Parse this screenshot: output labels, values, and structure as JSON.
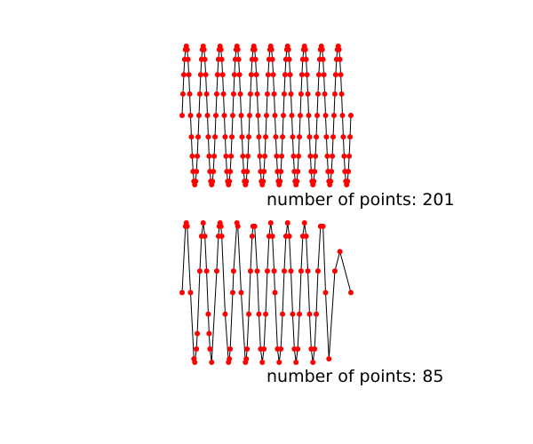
{
  "chart_data": [
    {
      "type": "line",
      "caption": "number of points: 201",
      "series": [
        {
          "x": [
            0.0,
            0.05,
            0.1,
            0.15,
            0.2,
            0.25,
            0.3,
            0.35,
            0.4,
            0.45,
            0.5,
            0.55,
            0.6,
            0.65,
            0.7,
            0.75,
            0.8,
            0.85,
            0.9,
            0.95,
            1.0,
            1.05,
            1.1,
            1.15,
            1.2,
            1.25,
            1.3,
            1.35,
            1.4,
            1.45,
            1.5,
            1.55,
            1.6,
            1.65,
            1.7,
            1.75,
            1.8,
            1.85,
            1.9,
            1.95,
            2.0,
            2.05,
            2.1,
            2.15,
            2.2,
            2.25,
            2.3,
            2.35,
            2.4,
            2.45,
            2.5,
            2.55,
            2.6,
            2.65,
            2.7,
            2.75,
            2.8,
            2.85,
            2.9,
            2.95,
            3.0,
            3.05,
            3.1,
            3.15,
            3.2,
            3.25,
            3.3,
            3.35,
            3.4,
            3.45,
            3.5,
            3.55,
            3.6,
            3.65,
            3.7,
            3.75,
            3.8,
            3.85,
            3.9,
            3.95,
            4.0,
            4.05,
            4.1,
            4.15,
            4.2,
            4.25,
            4.3,
            4.35,
            4.4,
            4.45,
            4.5,
            4.55,
            4.6,
            4.65,
            4.7,
            4.75,
            4.8,
            4.85,
            4.9,
            4.95,
            5.0,
            5.05,
            5.1,
            5.15,
            5.2,
            5.25,
            5.3,
            5.35,
            5.4,
            5.45,
            5.5,
            5.55,
            5.6,
            5.65,
            5.7,
            5.75,
            5.8,
            5.85,
            5.9,
            5.95,
            6.0,
            6.05,
            6.1,
            6.15,
            6.2,
            6.25,
            6.3,
            6.35,
            6.4,
            6.45,
            6.5,
            6.55,
            6.6,
            6.65,
            6.7,
            6.75,
            6.8,
            6.85,
            6.9,
            6.95,
            7.0,
            7.05,
            7.1,
            7.15,
            7.2,
            7.25,
            7.3,
            7.35,
            7.4,
            7.45,
            7.5,
            7.55,
            7.6,
            7.65,
            7.7,
            7.75,
            7.8,
            7.85,
            7.9,
            7.95,
            8.0,
            8.05,
            8.1,
            8.15,
            8.2,
            8.25,
            8.3,
            8.35,
            8.4,
            8.45,
            8.5,
            8.55,
            8.6,
            8.65,
            8.7,
            8.75,
            8.8,
            8.85,
            8.9,
            8.95,
            9.0,
            9.05,
            9.1,
            9.15,
            9.2,
            9.25,
            9.3,
            9.35,
            9.4,
            9.45,
            9.5,
            9.55,
            9.6,
            9.65,
            9.7,
            9.75,
            9.8,
            9.85,
            9.9,
            9.95,
            10.0
          ],
          "y": [
            0.0,
            0.309,
            0.588,
            0.809,
            0.951,
            1.0,
            0.951,
            0.809,
            0.588,
            0.309,
            0.0,
            -0.309,
            -0.588,
            -0.809,
            -0.951,
            -1.0,
            -0.951,
            -0.809,
            -0.588,
            -0.309,
            0.0,
            0.309,
            0.588,
            0.809,
            0.951,
            1.0,
            0.951,
            0.809,
            0.588,
            0.309,
            0.0,
            -0.309,
            -0.588,
            -0.809,
            -0.951,
            -1.0,
            -0.951,
            -0.809,
            -0.588,
            -0.309,
            0.0,
            0.309,
            0.588,
            0.809,
            0.951,
            1.0,
            0.951,
            0.809,
            0.588,
            0.309,
            0.0,
            -0.309,
            -0.588,
            -0.809,
            -0.951,
            -1.0,
            -0.951,
            -0.809,
            -0.588,
            -0.309,
            0.0,
            0.309,
            0.588,
            0.809,
            0.951,
            1.0,
            0.951,
            0.809,
            0.588,
            0.309,
            0.0,
            -0.309,
            -0.588,
            -0.809,
            -0.951,
            -1.0,
            -0.951,
            -0.809,
            -0.588,
            -0.309,
            0.0,
            0.309,
            0.588,
            0.809,
            0.951,
            1.0,
            0.951,
            0.809,
            0.588,
            0.309,
            0.0,
            -0.309,
            -0.588,
            -0.809,
            -0.951,
            -1.0,
            -0.951,
            -0.809,
            -0.588,
            -0.309,
            0.0,
            0.309,
            0.588,
            0.809,
            0.951,
            1.0,
            0.951,
            0.809,
            0.588,
            0.309,
            0.0,
            -0.309,
            -0.588,
            -0.809,
            -0.951,
            -1.0,
            -0.951,
            -0.809,
            -0.588,
            -0.309,
            0.0,
            0.309,
            0.588,
            0.809,
            0.951,
            1.0,
            0.951,
            0.809,
            0.588,
            0.309,
            0.0,
            -0.309,
            -0.588,
            -0.809,
            -0.951,
            -1.0,
            -0.951,
            -0.809,
            -0.588,
            -0.309,
            0.0,
            0.309,
            0.588,
            0.809,
            0.951,
            1.0,
            0.951,
            0.809,
            0.588,
            0.309,
            0.0,
            -0.309,
            -0.588,
            -0.809,
            -0.951,
            -1.0,
            -0.951,
            -0.809,
            -0.588,
            -0.309,
            0.0,
            0.309,
            0.588,
            0.809,
            0.951,
            1.0,
            0.951,
            0.809,
            0.588,
            0.309,
            0.0,
            -0.309,
            -0.588,
            -0.809,
            -0.951,
            -1.0,
            -0.951,
            -0.809,
            -0.588,
            -0.309,
            0.0,
            0.309,
            0.588,
            0.809,
            0.951,
            1.0,
            0.951,
            0.809,
            0.588,
            0.309,
            0.0,
            -0.309,
            -0.588,
            -0.809,
            -0.951,
            -1.0,
            -0.951,
            -0.809,
            -0.588,
            -0.309,
            0.0
          ]
        }
      ],
      "xlim": [
        0,
        10
      ],
      "ylim": [
        -1,
        1
      ],
      "grid": false,
      "axes_visible": false,
      "line_color": "#000000",
      "marker_color": "#ff0000"
    },
    {
      "type": "line",
      "caption": "number of points: 85",
      "series": [
        {
          "x": [
            0.0,
            0.2,
            0.25,
            0.3,
            0.5,
            0.7,
            0.75,
            0.85,
            0.9,
            1.05,
            1.15,
            1.25,
            1.35,
            1.45,
            1.55,
            1.6,
            1.65,
            1.75,
            2.05,
            2.15,
            2.2,
            2.25,
            2.3,
            2.35,
            2.55,
            2.75,
            2.8,
            2.85,
            3.0,
            3.05,
            3.25,
            3.3,
            3.5,
            3.75,
            3.8,
            3.85,
            3.95,
            4.05,
            4.15,
            4.2,
            4.3,
            4.45,
            4.55,
            4.65,
            4.75,
            4.85,
            4.95,
            5.05,
            5.15,
            5.25,
            5.35,
            5.45,
            5.5,
            5.65,
            5.75,
            5.85,
            5.95,
            6.05,
            6.15,
            6.25,
            6.35,
            6.45,
            6.55,
            6.65,
            6.75,
            6.85,
            6.95,
            7.05,
            7.15,
            7.25,
            7.35,
            7.45,
            7.55,
            7.65,
            7.75,
            7.85,
            7.95,
            8.05,
            8.2,
            8.35,
            8.5,
            8.7,
            9.05,
            9.35,
            10.0
          ],
          "y": [
            0.0,
            0.951,
            1.0,
            0.951,
            0.0,
            -0.951,
            -1.0,
            -0.809,
            -0.588,
            0.309,
            0.809,
            1.0,
            0.809,
            0.309,
            -0.309,
            -0.588,
            -0.809,
            -1.0,
            0.309,
            0.809,
            0.951,
            1.0,
            0.951,
            0.809,
            -0.309,
            -1.0,
            -0.951,
            -0.809,
            0.0,
            0.309,
            1.0,
            0.951,
            0.0,
            -1.0,
            -0.951,
            -0.809,
            -0.309,
            0.309,
            0.809,
            0.951,
            0.951,
            0.309,
            -0.309,
            -0.809,
            -1.0,
            -0.809,
            -0.309,
            0.309,
            0.809,
            1.0,
            0.809,
            0.309,
            0.0,
            -0.809,
            -1.0,
            -0.809,
            -0.309,
            0.309,
            0.809,
            1.0,
            0.809,
            0.309,
            -0.309,
            -0.809,
            -1.0,
            -0.809,
            -0.309,
            0.309,
            0.809,
            1.0,
            0.809,
            0.309,
            -0.309,
            -0.809,
            -1.0,
            -0.809,
            -0.309,
            0.309,
            0.951,
            0.951,
            0.0,
            -0.951,
            0.309,
            0.588,
            0.0
          ]
        }
      ],
      "xlim": [
        0,
        10
      ],
      "ylim": [
        -1,
        1
      ],
      "grid": false,
      "axes_visible": false,
      "line_color": "#000000",
      "marker_color": "#ff0000"
    }
  ]
}
